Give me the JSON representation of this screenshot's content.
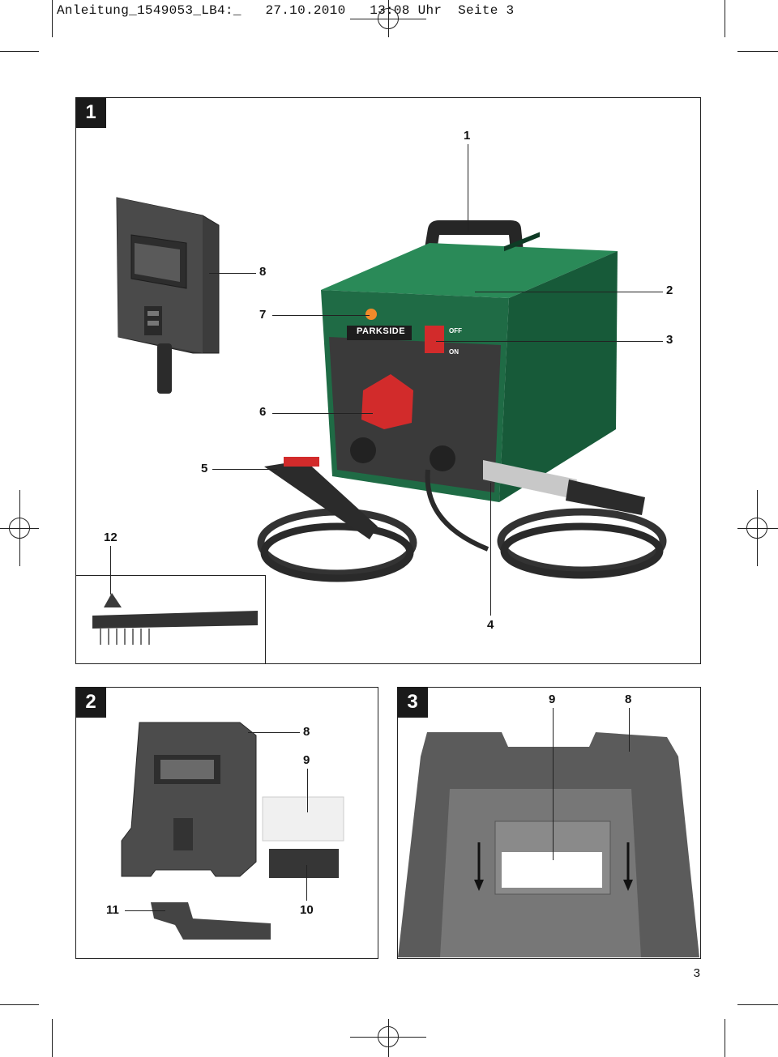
{
  "header": {
    "filename": "Anleitung_1549053_LB4:_",
    "date": "27.10.2010",
    "time": "13:08 Uhr",
    "page_label": "Seite 3"
  },
  "figure1": {
    "badge": "1",
    "callouts": {
      "c1": "1",
      "c2": "2",
      "c3": "3",
      "c4": "4",
      "c5": "5",
      "c6": "6",
      "c7": "7",
      "c8": "8",
      "c12": "12"
    },
    "brand": "PARKSIDE",
    "switch_off": "OFF",
    "switch_on": "ON"
  },
  "figure2": {
    "badge": "2",
    "callouts": {
      "c8": "8",
      "c9": "9",
      "c10": "10",
      "c11": "11"
    }
  },
  "figure3": {
    "badge": "3",
    "callouts": {
      "c9": "9",
      "c8": "8"
    }
  },
  "page_number": "3",
  "colors": {
    "housing_green": "#1f6b45",
    "knob_red": "#d22b2b",
    "dark_plastic": "#3a3a3a"
  }
}
